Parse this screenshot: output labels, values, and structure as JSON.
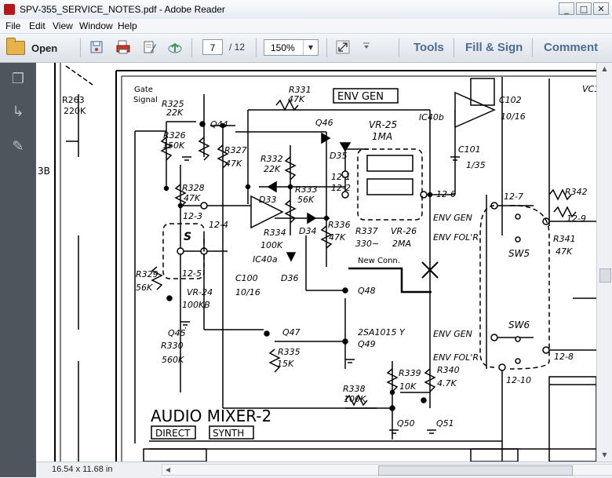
{
  "window": {
    "title": "SPV-355_SERVICE_NOTES.pdf - Adobe Reader",
    "minimize": "_",
    "maximize": "□",
    "close": "✕"
  },
  "menu": [
    "File",
    "Edit",
    "View",
    "Window",
    "Help"
  ],
  "toolbar": {
    "open_label": "Open",
    "page_current": "7",
    "page_total": "/ 12",
    "zoom": "150%",
    "right_tabs": [
      "Tools",
      "Fill & Sign",
      "Comment"
    ]
  },
  "status": {
    "page_size": "16.54 x 11.68 in"
  },
  "schematic": {
    "labels": {
      "gate_signal": "Gate\nSignal",
      "env_gen_box": "ENV GEN",
      "new_conn": "New Conn.",
      "audio_mixer": "AUDIO  MIXER-2",
      "direct": "DIRECT",
      "synth": "SYNTH",
      "r263": "R263",
      "r263v": "220K",
      "b3": "3B"
    },
    "components": [
      {
        "t": "R325",
        "v": "22K"
      },
      {
        "t": "R326",
        "v": "150K"
      },
      {
        "t": "Q44"
      },
      {
        "t": "R327",
        "v": "47K"
      },
      {
        "t": "R331",
        "v": "47K"
      },
      {
        "t": "Q46"
      },
      {
        "t": "VR-25",
        "v": "1MA"
      },
      {
        "t": "IC40b"
      },
      {
        "t": "C102",
        "v": "10/16"
      },
      {
        "t": "C101",
        "v": "1/35"
      },
      {
        "t": "R332",
        "v": "22K"
      },
      {
        "t": "D35"
      },
      {
        "t": "D33"
      },
      {
        "t": "R333",
        "v": "56K"
      },
      {
        "t": "R328",
        "v": "47K"
      },
      {
        "t": "12-3"
      },
      {
        "t": "12-1"
      },
      {
        "t": "12-2"
      },
      {
        "t": "12-6"
      },
      {
        "t": "12-7"
      },
      {
        "t": "R342"
      },
      {
        "t": "12-9"
      },
      {
        "t": "R341",
        "v": "47K"
      },
      {
        "t": "SW5"
      },
      {
        "t": "SW6"
      },
      {
        "t": "12-8"
      },
      {
        "t": "12-10"
      },
      {
        "t": "R334",
        "v": "100K"
      },
      {
        "t": "D34"
      },
      {
        "t": "R336",
        "v": "47K"
      },
      {
        "t": "R337",
        "v": "330∼"
      },
      {
        "t": "VR-26",
        "v": "2MA"
      },
      {
        "t": "IC40a"
      },
      {
        "t": "D36"
      },
      {
        "t": "C100",
        "v": "10/16"
      },
      {
        "t": "R329",
        "v": "56K"
      },
      {
        "t": "VR-24",
        "v": "100KB"
      },
      {
        "t": "Q45"
      },
      {
        "t": "R330",
        "v": "560K"
      },
      {
        "t": "Q48"
      },
      {
        "t": "Q47"
      },
      {
        "t": "R335",
        "v": "15K"
      },
      {
        "t": "2SA1015 Y"
      },
      {
        "t": "Q49"
      },
      {
        "t": "R339",
        "v": "10K"
      },
      {
        "t": "R340",
        "v": "4.7K"
      },
      {
        "t": "R338",
        "v": "100K"
      },
      {
        "t": "Q50"
      },
      {
        "t": "Q51"
      },
      {
        "t": "12-5"
      },
      {
        "t": "12-4"
      },
      {
        "t": "S"
      },
      {
        "t": "VC1"
      }
    ],
    "side_labels": [
      "ENV GEN",
      "ENV FOL'R",
      "ENV GEN",
      "ENV FOL'R"
    ]
  }
}
